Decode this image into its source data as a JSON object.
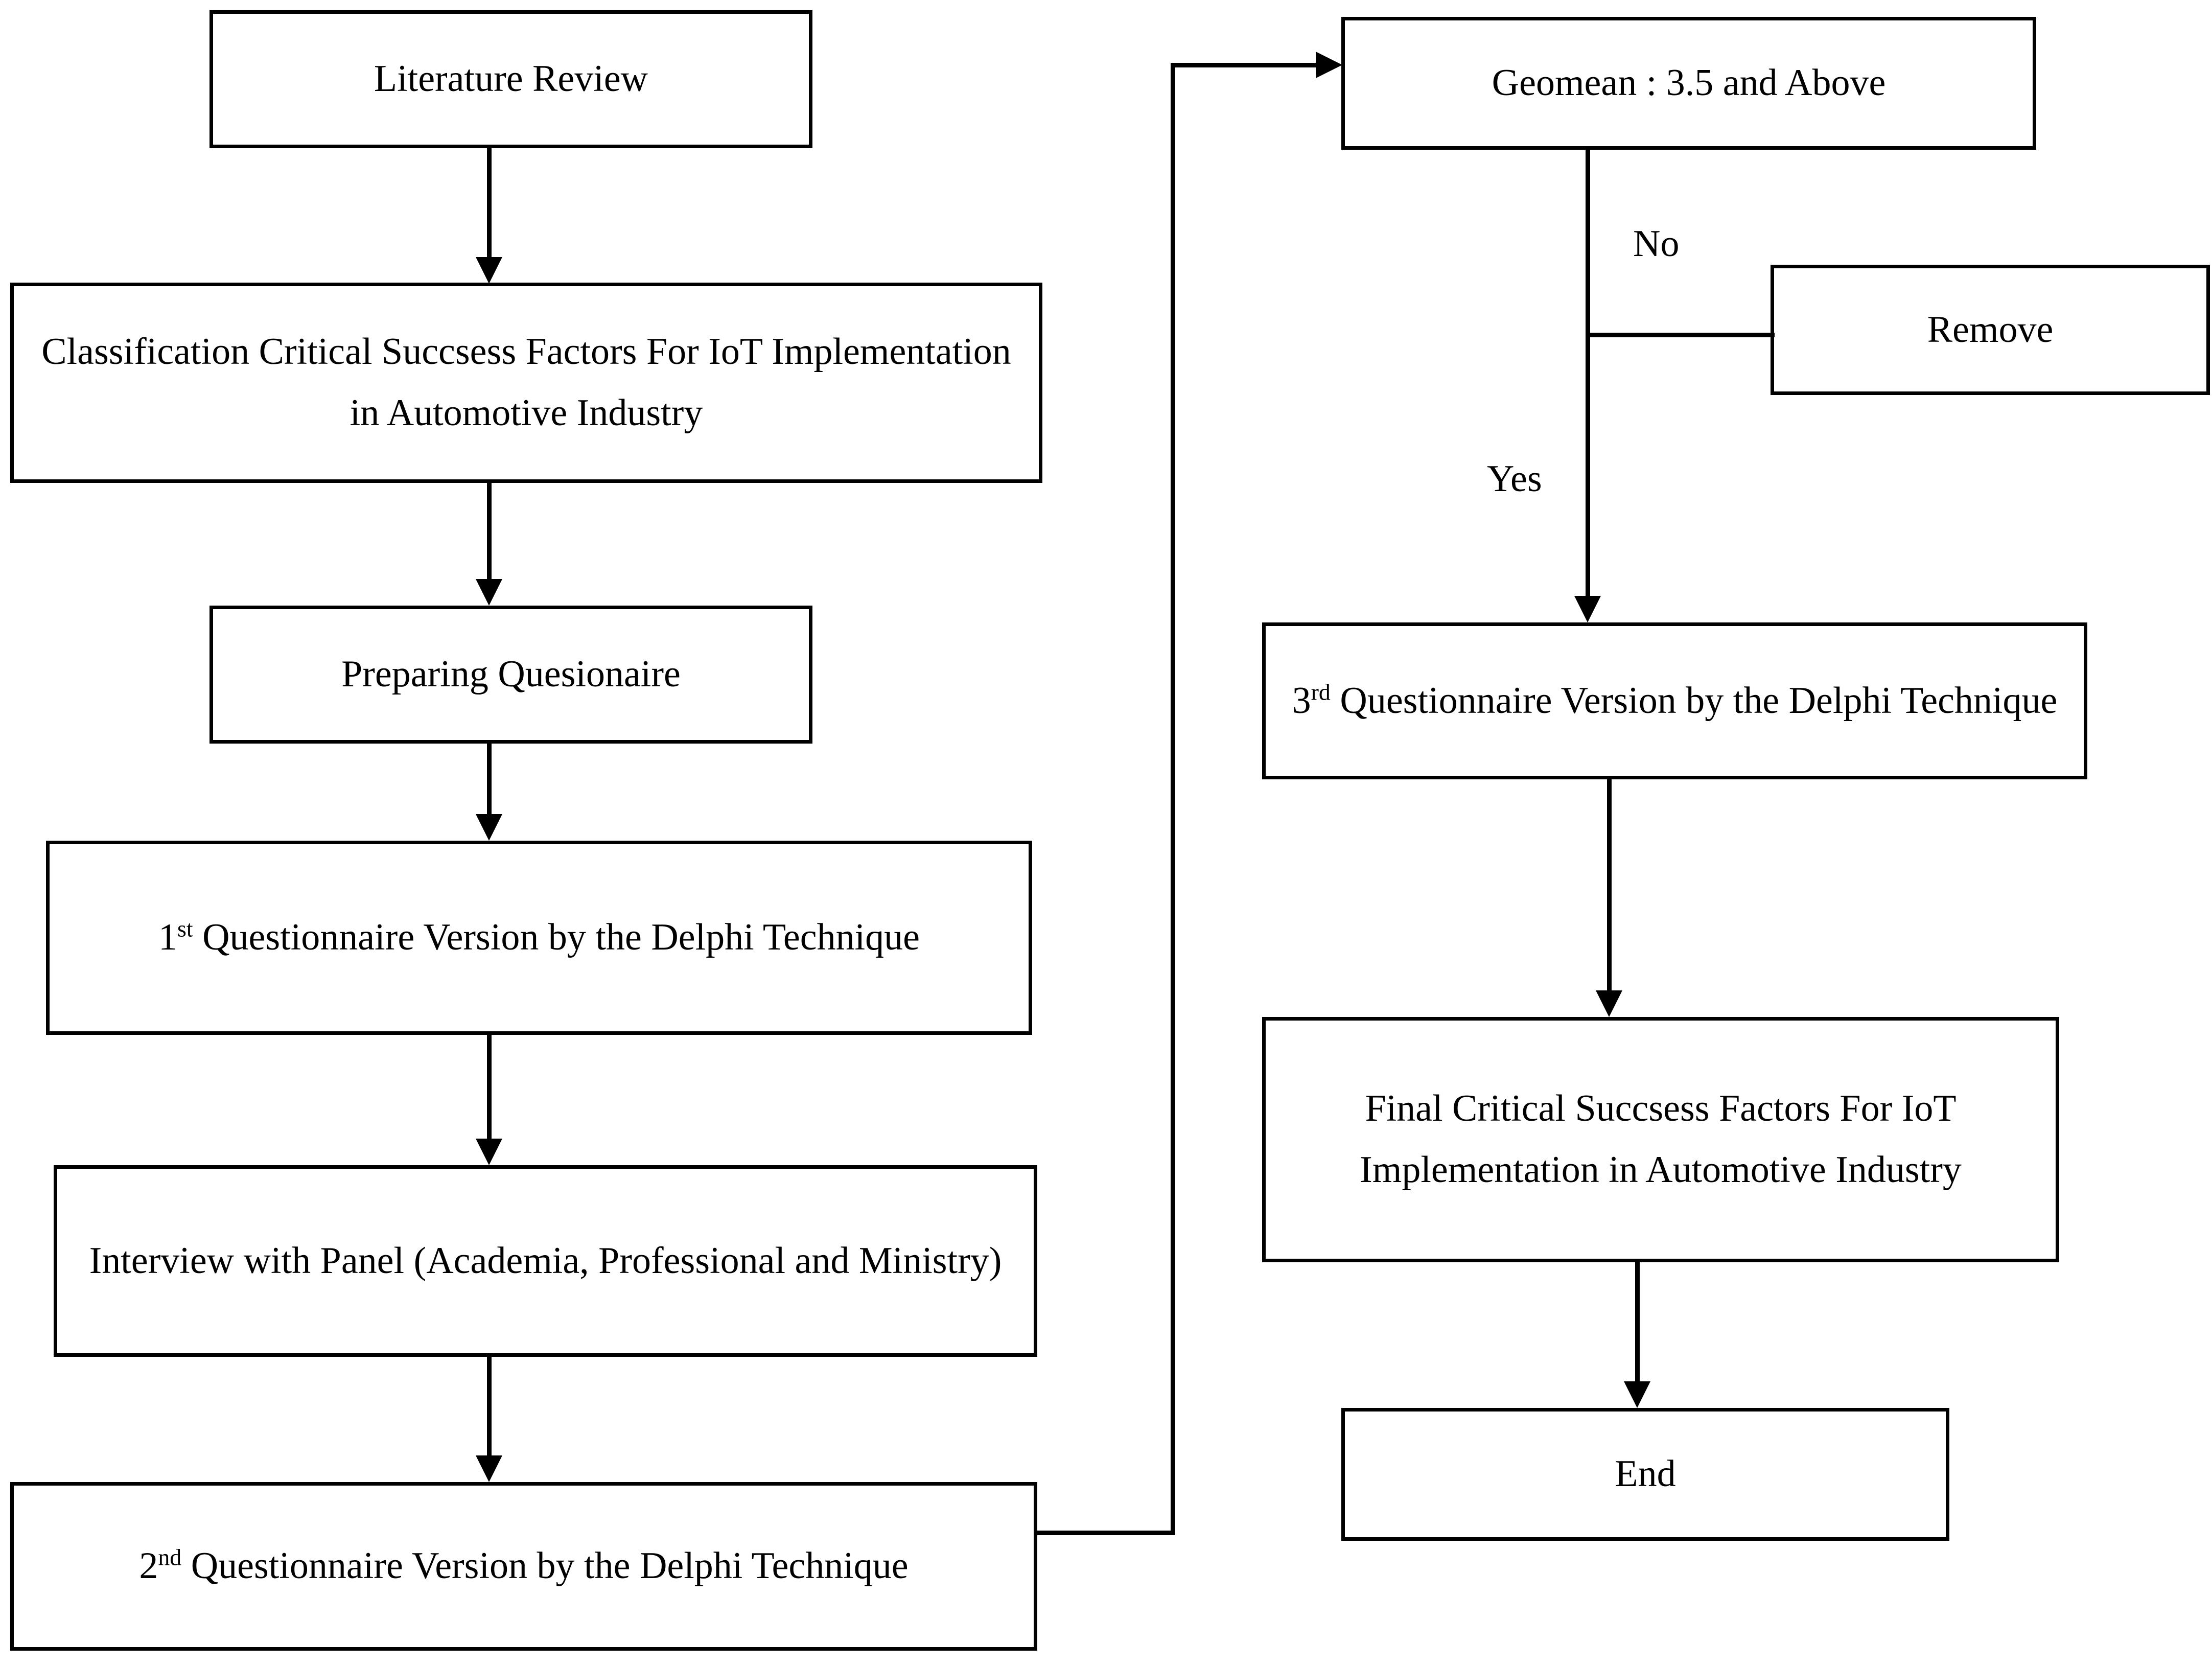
{
  "diagram": {
    "title": "Research Methodology Flowchart - Delphi Technique",
    "background_color": "#ffffff",
    "line_color": "#000000",
    "text_color": "#000000"
  },
  "nodes": {
    "literature_review": "Literature Review",
    "classification": "Classification Critical Succsess Factors For IoT Implementation in Automotive Industry",
    "preparing_questionaire": "Preparing Quesionaire",
    "questionnaire_1_prefix": "1",
    "questionnaire_1_sup": "st",
    "questionnaire_1_rest": " Questionnaire Version by the Delphi Technique",
    "interview_panel": "Interview with Panel (Academia, Professional and Ministry)",
    "questionnaire_2_prefix": "2",
    "questionnaire_2_sup": "nd",
    "questionnaire_2_rest": " Questionnaire Version by the Delphi Technique",
    "geomean": "Geomean : 3.5 and Above",
    "remove": "Remove",
    "questionnaire_3_prefix": "3",
    "questionnaire_3_sup": "rd",
    "questionnaire_3_rest": " Questionnaire Version by the Delphi Technique",
    "final_csf": "Final Critical Succsess Factors For IoT Implementation in Automotive Industry",
    "end": "End"
  },
  "edge_labels": {
    "no": "No",
    "yes": "Yes"
  }
}
